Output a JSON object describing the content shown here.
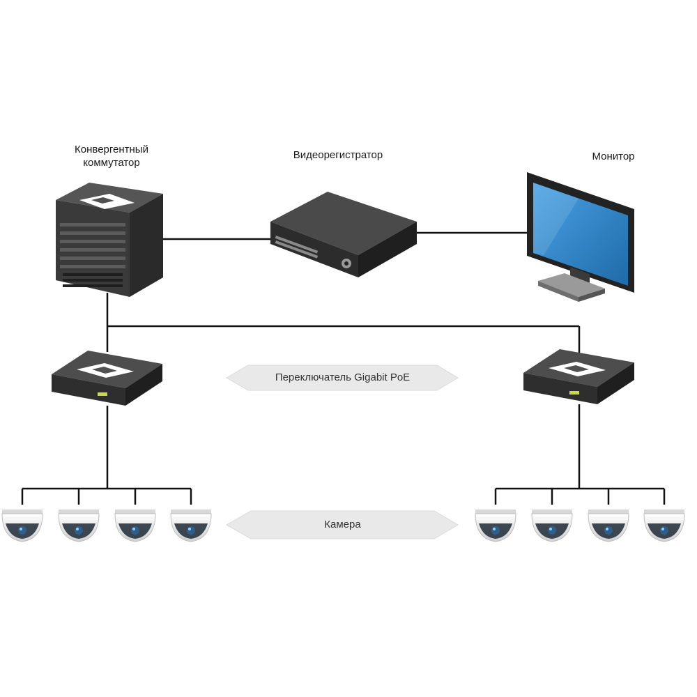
{
  "diagram": {
    "labels": {
      "core_switch": "Конвергентный коммутатор",
      "nvr": "Видеорегистратор",
      "monitor": "Монитор",
      "poe_switch": "Переключатель Gigabit PoE",
      "camera": "Камера"
    },
    "colors": {
      "wire": "#111111",
      "device_dark": "#3d3d3d",
      "device_darker": "#2a2a2a",
      "device_top": "#505050",
      "screen": "#2f7fc1",
      "arrow_fill": "#e8e8e8",
      "camera_shell": "#f2f2f2",
      "camera_lens": "#2e5f8c"
    },
    "icons": [
      "switch-icon",
      "nvr-icon",
      "monitor-icon",
      "camera-icon"
    ]
  }
}
